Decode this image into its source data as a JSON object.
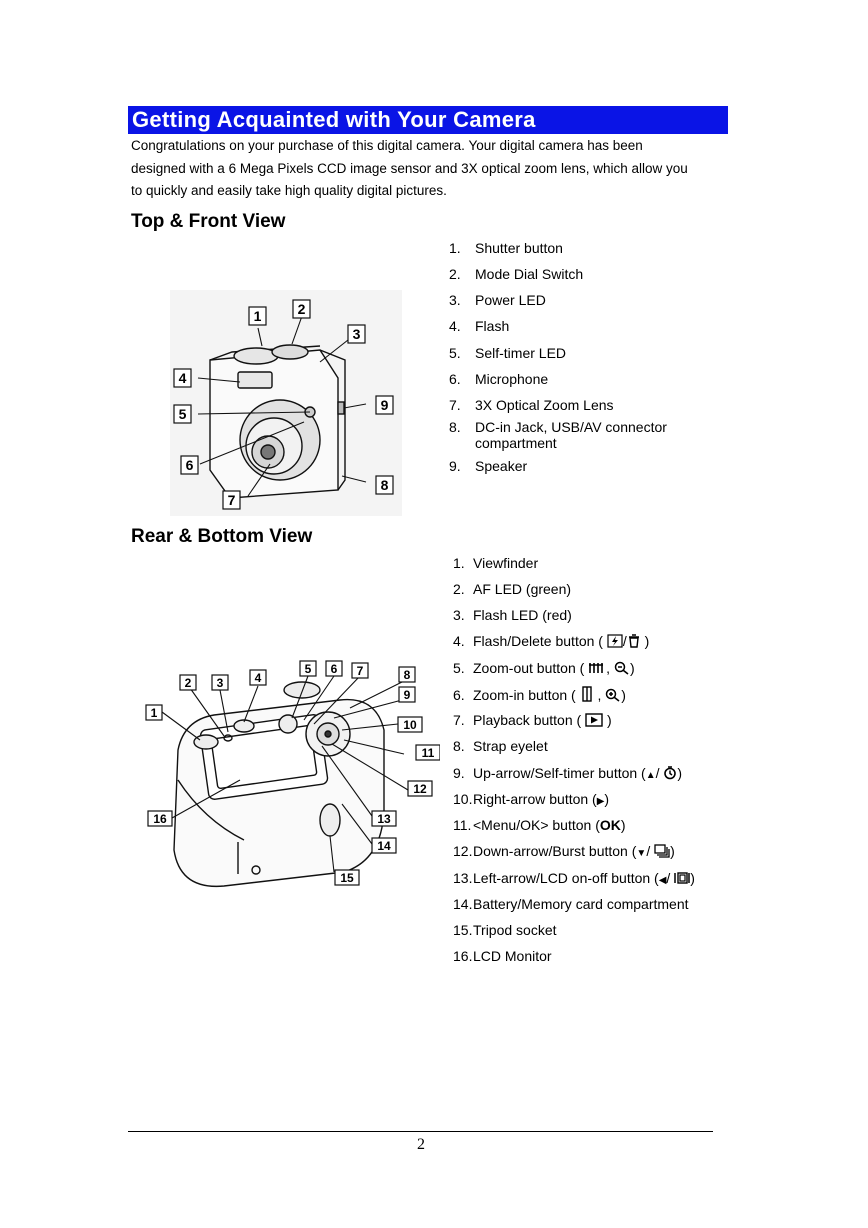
{
  "page_title": "Getting Acquainted with Your Camera",
  "intro": {
    "line1": "Congratulations on your purchase of this digital camera. Your digital camera has been",
    "line2": "designed with a 6 Mega Pixels CCD image sensor and 3X optical zoom lens, which allow you",
    "line3": "to quickly and easily take high quality digital pictures."
  },
  "top_front": {
    "heading": "Top & Front View",
    "items": [
      {
        "num": "1.",
        "label": "Shutter button"
      },
      {
        "num": "2.",
        "label": "Mode Dial Switch"
      },
      {
        "num": "3.",
        "label": "Power LED"
      },
      {
        "num": "4.",
        "label": "Flash"
      },
      {
        "num": "5.",
        "label": "Self-timer LED"
      },
      {
        "num": "6.",
        "label": "Microphone"
      },
      {
        "num": "7.",
        "label": "3X Optical Zoom Lens"
      },
      {
        "num": "8.",
        "label": "DC-in Jack, USB/AV connector",
        "label2": "compartment"
      },
      {
        "num": "9.",
        "label": "Speaker"
      }
    ],
    "callouts": [
      "1",
      "2",
      "3",
      "4",
      "5",
      "6",
      "7",
      "8",
      "9"
    ]
  },
  "rear_bottom": {
    "heading": "Rear & Bottom View",
    "items": [
      {
        "num": "1.",
        "label": "Viewfinder"
      },
      {
        "num": "2.",
        "label": "AF LED (green)"
      },
      {
        "num": "3.",
        "label": "Flash LED (red)"
      },
      {
        "num": "4.",
        "label": "Flash/Delete button (",
        "suffix": " )"
      },
      {
        "num": "5.",
        "label": "Zoom-out button (",
        "suffix": ")"
      },
      {
        "num": "6.",
        "label": "Zoom-in button (",
        "suffix": ")"
      },
      {
        "num": "7.",
        "label": "Playback button (",
        "suffix": " )"
      },
      {
        "num": "8.",
        "label": "Strap eyelet"
      },
      {
        "num": "9.",
        "label": "Up-arrow/Self-timer button (",
        "suffix": ")"
      },
      {
        "num": "10.",
        "label": "Right-arrow button (",
        "suffix": ")"
      },
      {
        "num": "11.",
        "label": "<Menu/OK> button (",
        "ok": "OK",
        "suffix": ")"
      },
      {
        "num": "12.",
        "label": "Down-arrow/Burst button (",
        "suffix": ")"
      },
      {
        "num": "13.",
        "label": "Left-arrow/LCD on-off button (",
        "suffix": ")"
      },
      {
        "num": "14.",
        "label": "Battery/Memory card compartment"
      },
      {
        "num": "15.",
        "label": "Tripod socket"
      },
      {
        "num": "16.",
        "label": "LCD Monitor"
      }
    ],
    "callouts": [
      "1",
      "2",
      "3",
      "4",
      "5",
      "6",
      "7",
      "8",
      "9",
      "10",
      "11",
      "12",
      "13",
      "14",
      "15",
      "16"
    ]
  },
  "symbols": {
    "slash": "/",
    "comma": ",",
    "up_arrow": "▲",
    "right_arrow": "▶",
    "down_arrow": "▼",
    "left_arrow": "◀"
  },
  "page_number": "2"
}
